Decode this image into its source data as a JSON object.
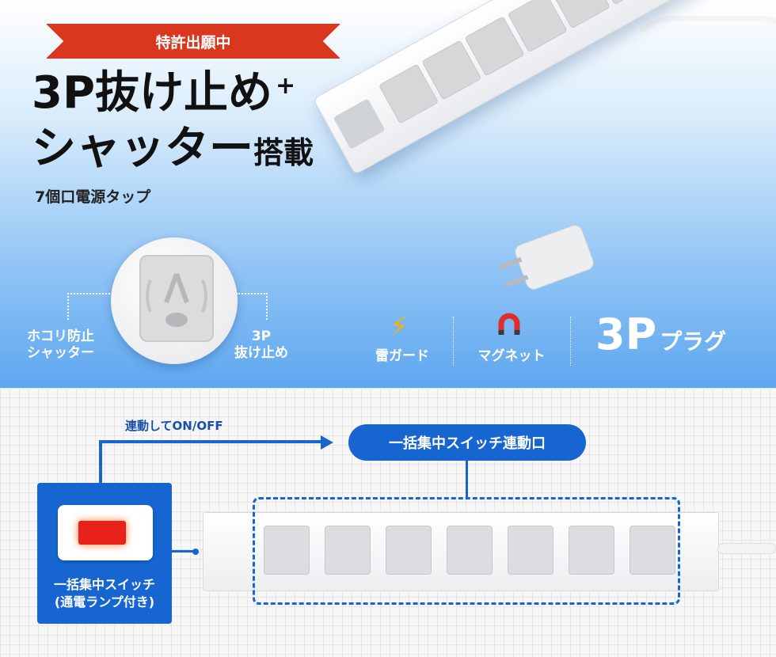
{
  "hero": {
    "ribbon": "特許出願中",
    "headline_line1": "3P抜け止め",
    "headline_plus": "+",
    "headline_line2_big": "シャッター",
    "headline_line2_small": "搭載",
    "subtitle": "7個口電源タップ",
    "callout_left": "ホコリ防止\nシャッター",
    "callout_right": "3P\n抜け止め",
    "features": [
      {
        "label": "雷ガード",
        "icon": "lightning-icon"
      },
      {
        "label": "マグネット",
        "icon": "magnet-icon"
      }
    ],
    "big_3p": "3P",
    "big_3p_suffix": "プラグ"
  },
  "diagram": {
    "link_text": "連動してON/OFF",
    "pill_label": "一括集中スイッチ連動口",
    "switch_label": "一括集中スイッチ\n(通電ランプ付き)",
    "outlet_count": 7
  },
  "colors": {
    "accent_blue": "#1665d1",
    "ribbon_red": "#d9381e",
    "switch_red": "#e8221a"
  }
}
